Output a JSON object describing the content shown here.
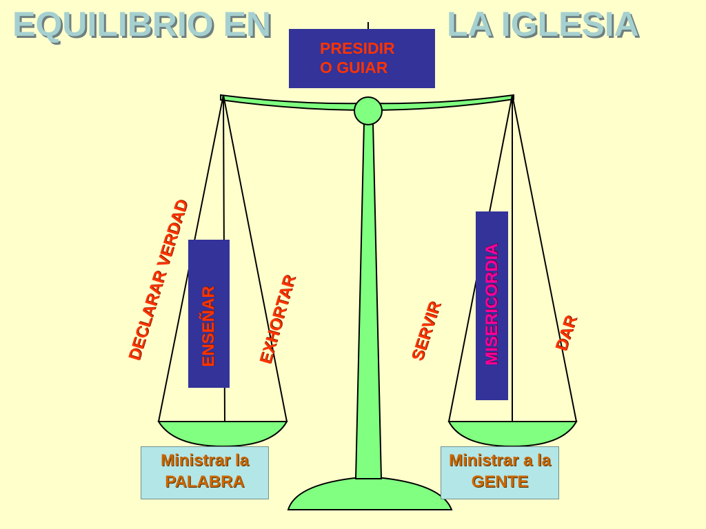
{
  "title": {
    "left": "EQUILIBRIO EN",
    "right": "LA IGLESIA"
  },
  "top_box": {
    "line1": "PRESIDIR",
    "line2": "O GUIAR"
  },
  "left_side": {
    "declarar": "DECLARAR VERDAD",
    "ensenar": "ENSEÑAR",
    "exhortar": "EXHORTAR",
    "pan_label_line1": "Ministrar la",
    "pan_label_line2": "PALABRA"
  },
  "right_side": {
    "servir": "SERVIR",
    "misericordia": "MISERICORDIA",
    "dar": "DAR",
    "pan_label_line1": "Ministrar a la",
    "pan_label_line2": "GENTE"
  },
  "colors": {
    "background": "#ffffcc",
    "scale_green": "#80ff80",
    "box_blue": "#333399",
    "text_orange": "#ff3300",
    "text_pink": "#ff0099",
    "label_cyan": "#b3e6e6"
  }
}
